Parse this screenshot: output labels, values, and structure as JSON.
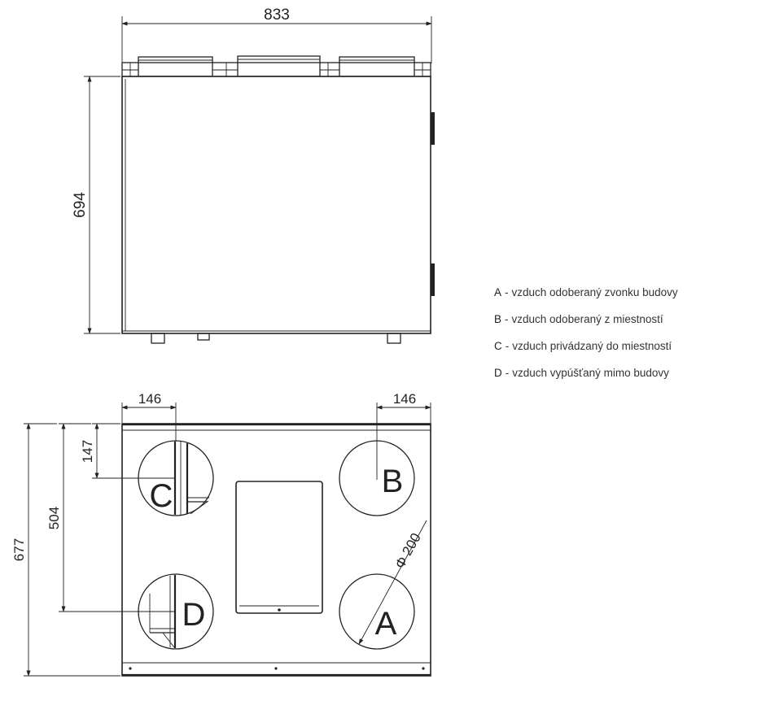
{
  "top_view": {
    "width_dimension": "833",
    "height_dimension": "694"
  },
  "front_view": {
    "left_offset_dimension": "146",
    "right_offset_dimension": "146",
    "top_offset_dimension": "147",
    "mid_height_dimension": "504",
    "total_height_dimension": "677",
    "diameter_dimension": "Φ 200",
    "ports": {
      "a": "A",
      "b": "B",
      "c": "C",
      "d": "D"
    }
  },
  "legend": {
    "separator": "-",
    "items": [
      {
        "key": "A",
        "text": "vzduch odoberaný zvonku budovy"
      },
      {
        "key": "B",
        "text": "vzduch odoberaný z miestností"
      },
      {
        "key": "C",
        "text": "vzduch privádzaný do miestností"
      },
      {
        "key": "D",
        "text": "vzduch vypúšťaný mimo budovy"
      }
    ]
  }
}
